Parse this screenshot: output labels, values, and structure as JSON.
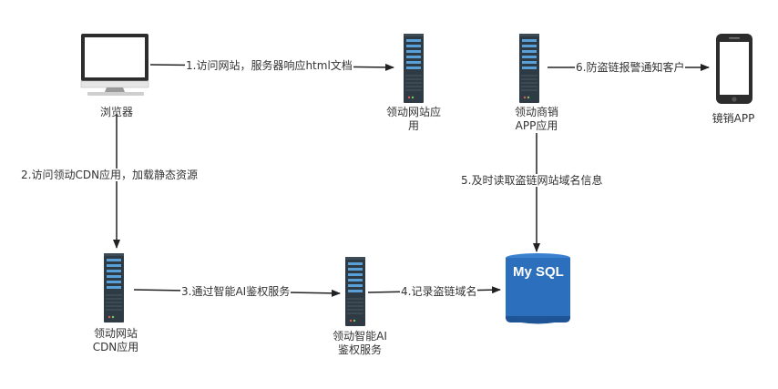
{
  "nodes": {
    "browser": {
      "label": "浏览器"
    },
    "website": {
      "label_line1": "领动网站应",
      "label_line2": "用"
    },
    "marketing_app_server": {
      "label_line1": "领动商销",
      "label_line2": "APP应用"
    },
    "phone": {
      "label": "镜销APP"
    },
    "cdn_server": {
      "label_line1": "领动网站",
      "label_line2": "CDN应用"
    },
    "ai_auth_server": {
      "label_line1": "领动智能AI",
      "label_line2": "鉴权服务"
    },
    "mysql": {
      "label": "My SQL"
    }
  },
  "edges": [
    {
      "label": "1.访问网站，服务器响应html文档"
    },
    {
      "label": "2.访问领动CDN应用，加载静态资源"
    },
    {
      "label": "3.通过智能AI鉴权服务"
    },
    {
      "label": "4.记录盗链域名"
    },
    {
      "label": "5.及时读取盗链网站域名信息"
    },
    {
      "label": "6.防盗链报警通知客户"
    }
  ],
  "colors": {
    "server_body": "#2f3b44",
    "server_slot": "#5aa0d8",
    "mysql_blue": "#2c6fbd",
    "line": "#222222",
    "monitor_frame": "#2d2d2d",
    "monitor_stand": "#9a9a9a"
  }
}
